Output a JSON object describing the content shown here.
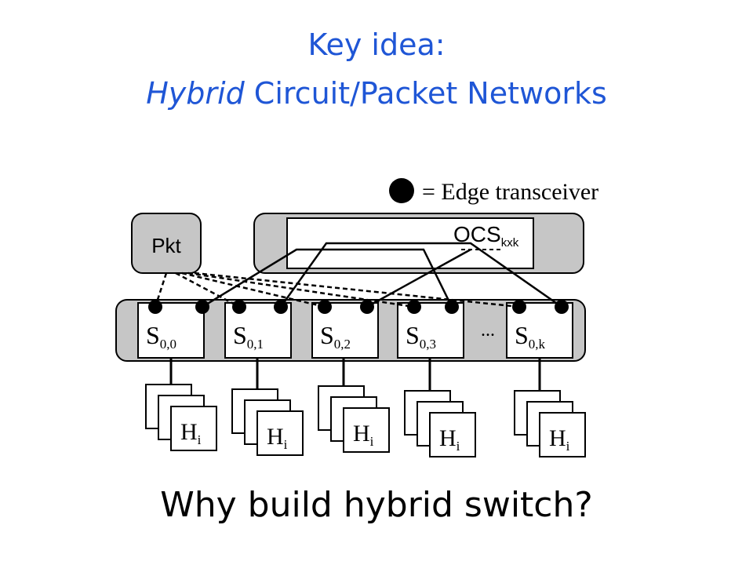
{
  "title": {
    "line1": "Key idea:",
    "line2_emph": "Hybrid",
    "line2_rest": " Circuit/Packet Networks"
  },
  "legend": {
    "label": "= Edge transceiver"
  },
  "packet_switch": {
    "label": "Pkt"
  },
  "ocs": {
    "label": "OCS",
    "subscript": "kxk"
  },
  "ellipsis": "...",
  "switches": [
    {
      "base": "S",
      "sub": "0,0"
    },
    {
      "base": "S",
      "sub": "0,1"
    },
    {
      "base": "S",
      "sub": "0,2"
    },
    {
      "base": "S",
      "sub": "0,3"
    },
    {
      "base": "S",
      "sub": "0,k"
    }
  ],
  "hosts": [
    {
      "base": "H",
      "sub": "i"
    },
    {
      "base": "H",
      "sub": "i"
    },
    {
      "base": "H",
      "sub": "i"
    },
    {
      "base": "H",
      "sub": "i"
    },
    {
      "base": "H",
      "sub": "i"
    }
  ],
  "question": "Why build hybrid switch?",
  "colors": {
    "title": "#1f56d6",
    "box_gray": "#c6c6c6"
  }
}
